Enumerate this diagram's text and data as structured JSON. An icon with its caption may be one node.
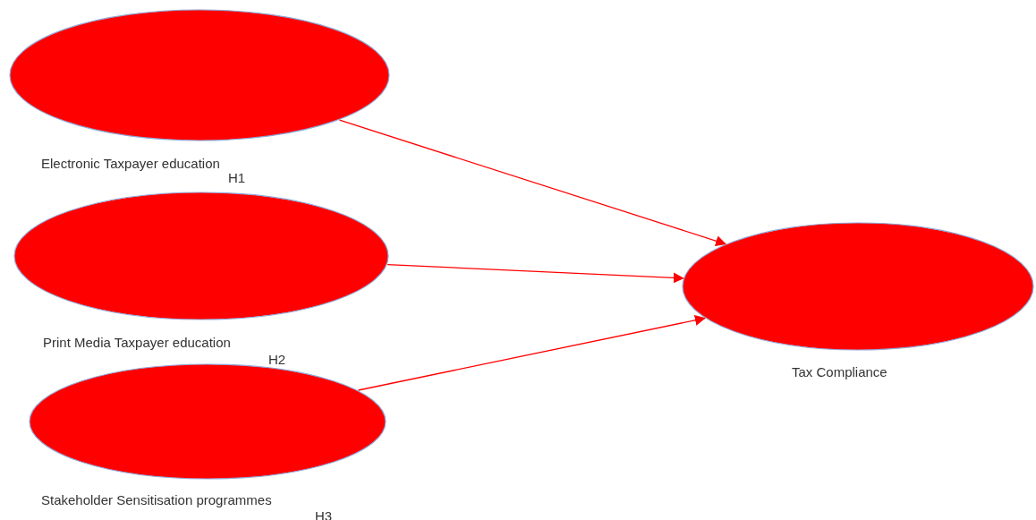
{
  "diagram": {
    "nodes": [
      {
        "text": [
          "Electronic Taxpayer education"
        ]
      },
      {
        "text": [
          "Print Media Taxpayer education"
        ]
      },
      {
        "text": [
          "Stakeholder Sensitisation programmes"
        ]
      },
      {
        "text": [
          "Tax Compliance"
        ]
      }
    ],
    "edges": [
      {
        "from": 0,
        "to": 3,
        "arrow": "to"
      },
      {
        "from": 1,
        "to": 3,
        "arrow": "to"
      },
      {
        "from": 2,
        "to": 3,
        "arrow": "to"
      }
    ],
    "labels": [
      "H1",
      "H2",
      "H3"
    ]
  }
}
